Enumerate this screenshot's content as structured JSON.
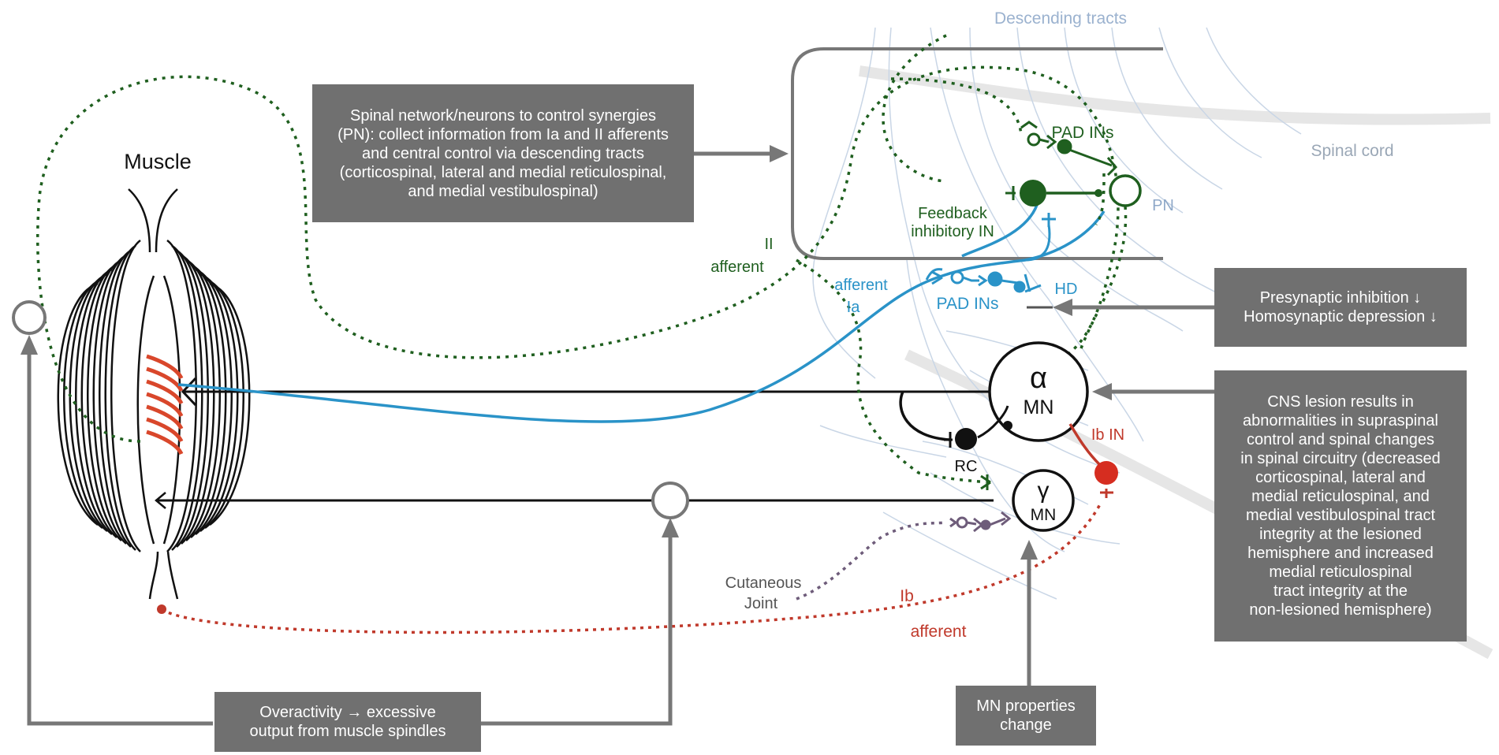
{
  "labels": {
    "muscle": "Muscle",
    "descending_tracts": "Descending tracts",
    "spinal_cord": "Spinal cord",
    "pad_ins_top": "PAD INs",
    "pad_ins_mid": "PAD INs",
    "pn": "PN",
    "feedback_line1": "Feedback",
    "feedback_line2": "inhibitory IN",
    "ii_line1": "II",
    "ii_line2": "afferent",
    "ia_line1": "afferent",
    "ia_line2": "Ia",
    "hd": "HD",
    "alpha_symbol": "α",
    "alpha_mn": "MN",
    "gamma_symbol": "γ",
    "gamma_mn": "MN",
    "rc": "RC",
    "ib_in": "Ib IN",
    "ib_line1": "Ib",
    "ib_line2": "afferent",
    "cutaneous_line1": "Cutaneous",
    "cutaneous_line2": "Joint"
  },
  "boxes": {
    "spinal_network": [
      "Spinal network/neurons to control synergies",
      "(PN): collect information from Ia and II afferents",
      "and central control via descending tracts",
      "(corticospinal, lateral and medial reticulospinal,",
      "and medial vestibulospinal)"
    ],
    "presynaptic": [
      "Presynaptic inhibition ↓",
      "Homosynaptic depression ↓"
    ],
    "cns_lesion": [
      "CNS lesion results in",
      "abnormalities in supraspinal",
      "control and spinal changes",
      "in spinal circuitry (decreased",
      "corticospinal, lateral and",
      "medial reticulospinal, and",
      "medial vestibulospinal tract",
      "integrity at the lesioned",
      "hemisphere and increased",
      "medial reticulospinal",
      "tract integrity at the",
      "non-lesioned hemisphere)"
    ],
    "overactivity": [
      "Overactivity → excessive",
      "output from muscle spindles"
    ],
    "mn_properties": [
      "MN properties",
      "change"
    ]
  },
  "colors": {
    "green": "#1f5f1f",
    "blue": "#2a93c8",
    "red": "#c0392b",
    "purple": "#6e5c7a",
    "grey_box": "#707070",
    "light_tract": "#c9d6e6"
  }
}
